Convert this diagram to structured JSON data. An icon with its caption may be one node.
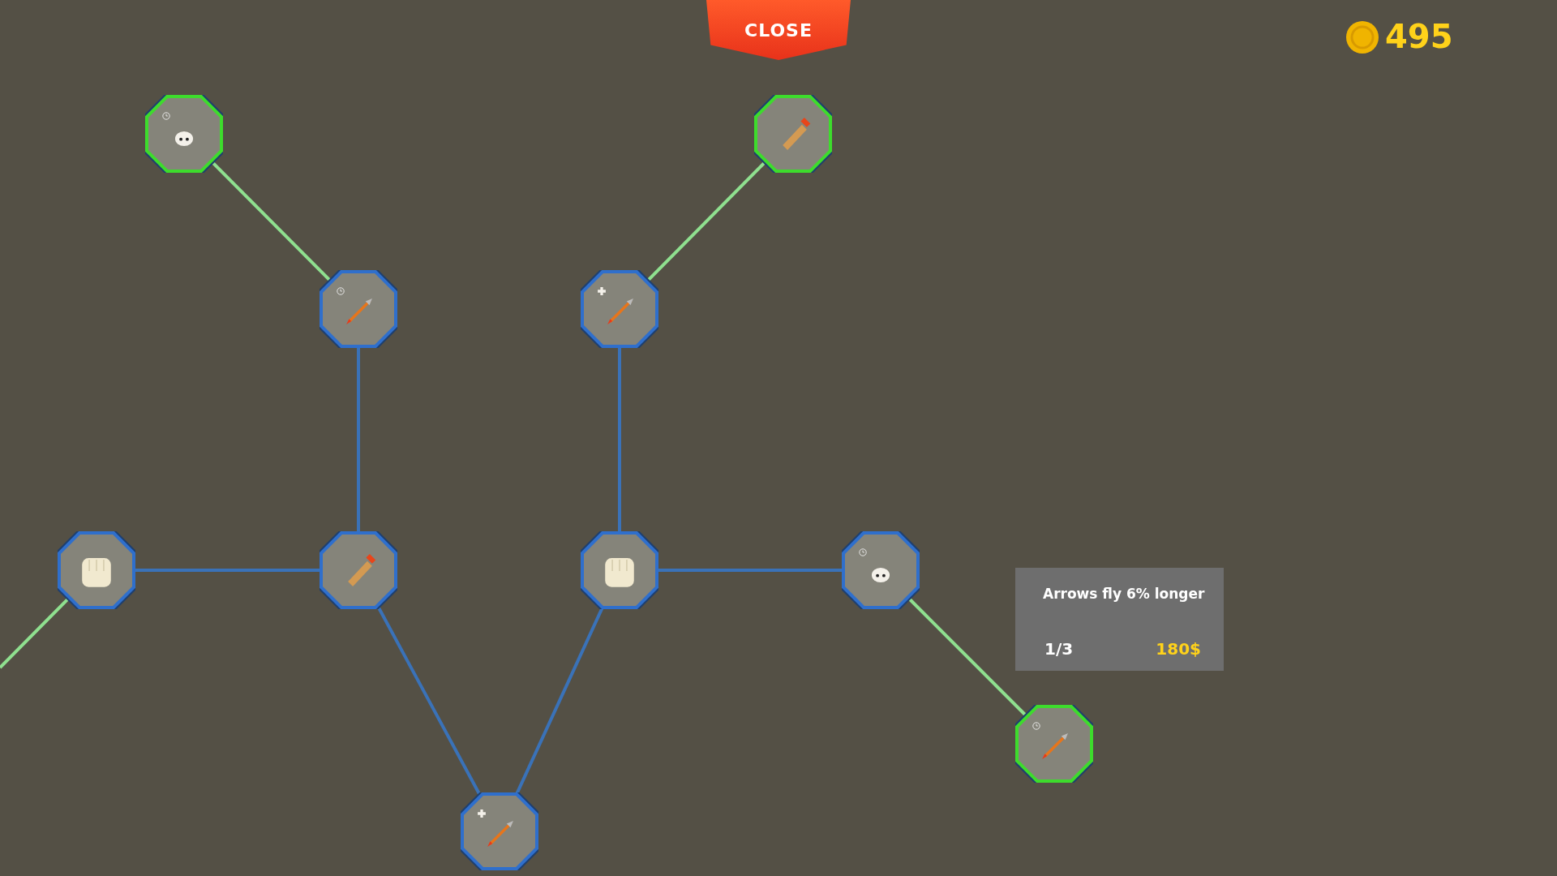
{
  "diagram": {
    "nodes": [
      {
        "text": [],
        "shape": "picture"
      },
      {
        "text": [],
        "shape": "picture"
      },
      {
        "text": [],
        "shape": "picture"
      },
      {
        "text": [],
        "shape": "picture"
      },
      {
        "text": [],
        "shape": "picture"
      },
      {
        "text": [],
        "shape": "picture"
      },
      {
        "text": [],
        "shape": "picture"
      },
      {
        "text": [],
        "shape": "picture"
      },
      {
        "text": [],
        "shape": "picture"
      },
      {
        "text": [],
        "shape": "picture"
      },
      {
        "text": [
          "Arrows fly 6% longer",
          "1/3",
          "180$"
        ]
      },
      {
        "text": [
          "CLOSE"
        ]
      }
    ],
    "edges": [
      {
        "from": 0,
        "to": 2,
        "arrow": "none",
        "color": "#8fe08f"
      },
      {
        "from": 1,
        "to": 3,
        "arrow": "none",
        "color": "#8fe08f"
      },
      {
        "from": 2,
        "to": 5,
        "arrow": "none"
      },
      {
        "from": 3,
        "to": 6,
        "arrow": "none"
      },
      {
        "from": 4,
        "to": 5,
        "arrow": "none"
      },
      {
        "from": 6,
        "to": 7,
        "arrow": "none"
      },
      {
        "from": 5,
        "to": 8,
        "arrow": "none"
      },
      {
        "from": 6,
        "to": 8,
        "arrow": "none"
      },
      {
        "from": 7,
        "to": 9,
        "arrow": "none",
        "color": "#8fe08f"
      },
      {
        "from": null,
        "to": 4,
        "arrow": "none",
        "color": "#8fe08f"
      }
    ],
    "labels": [
      "495"
    ]
  }
}
